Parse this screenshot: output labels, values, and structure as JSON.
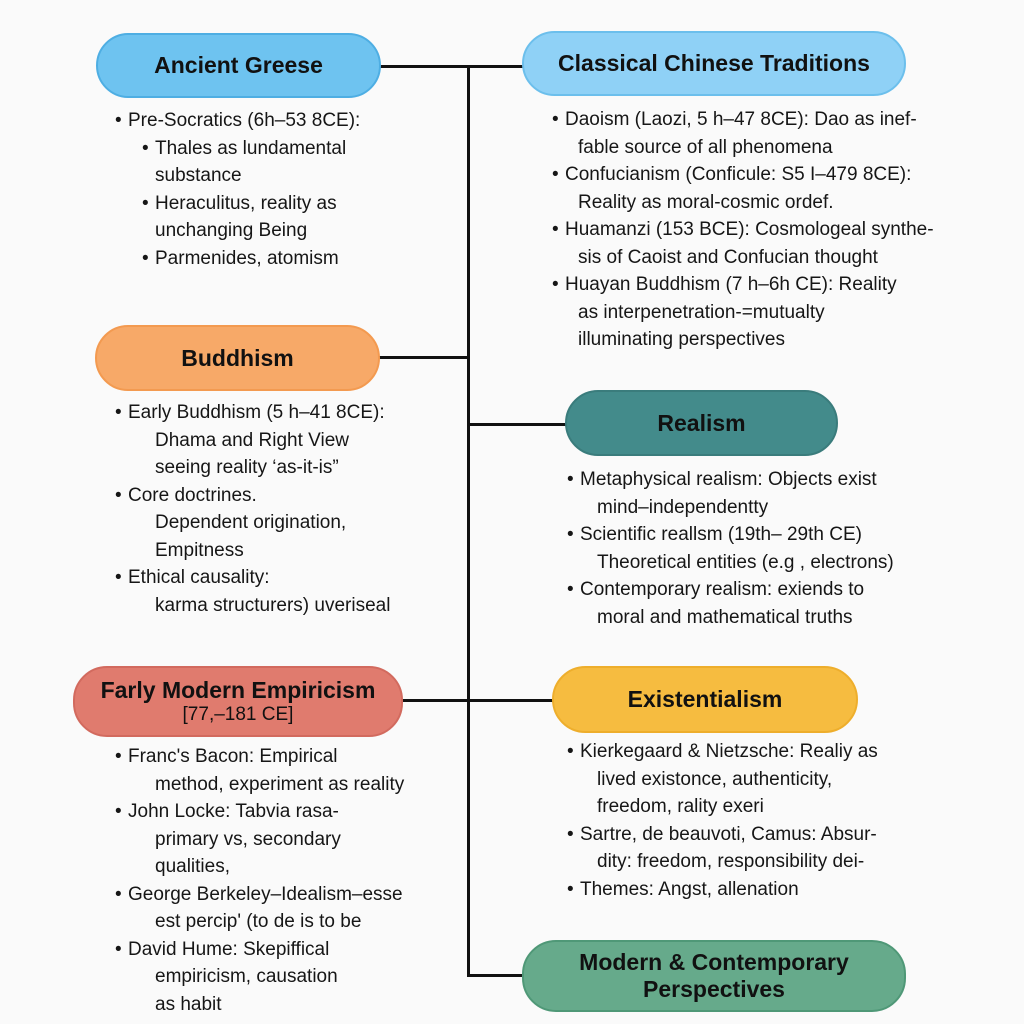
{
  "colors": {
    "ancient": "#6ec3f0",
    "chinese": "#8fd1f6",
    "buddhism": "#f7a968",
    "realism": "#438b8b",
    "empiricism": "#e07b6e",
    "existentialism": "#f6bc40",
    "modern": "#66aa8b"
  },
  "nodes": {
    "ancient_greece": {
      "title": "Ancient Greese"
    },
    "chinese": {
      "title": "Classical Chinese Traditions"
    },
    "buddhism": {
      "title": "Buddhism"
    },
    "realism": {
      "title": "Realism"
    },
    "empiricism": {
      "title": "Farly Modern Empiricism",
      "subtitle": "[77,–181 CE]"
    },
    "existentialism": {
      "title": "Existentialism"
    },
    "modern": {
      "title": "Modern & Contemporary",
      "title2": "Perspectives"
    }
  },
  "lists": {
    "ancient_greece": [
      {
        "level": 0,
        "lines": [
          "Pre-Socratics (6h–53 8CE):"
        ]
      },
      {
        "level": 1,
        "lines": [
          "Thales as lundamental",
          "substance"
        ]
      },
      {
        "level": 1,
        "lines": [
          "Heraculitus, reality as",
          "unchanging Being"
        ]
      },
      {
        "level": 1,
        "lines": [
          "Parmenides, atomism"
        ]
      }
    ],
    "chinese": [
      {
        "level": 0,
        "lines": [
          "Daoism (Laozi, 5 h–47 8CE): Dao as inef-",
          "fable source of all phenomena"
        ]
      },
      {
        "level": 0,
        "lines": [
          "Confucianism (Conficule: S5 I–479 8CE):",
          "Reality as moral-cosmic ordef."
        ]
      },
      {
        "level": 0,
        "lines": [
          "Huamanzi (153 BCE): Cosmologeal synthe-",
          "sis of Caoist and Confucian thought"
        ]
      },
      {
        "level": 0,
        "lines": [
          "Huayan Buddhism (7 h–6h CE): Reality",
          "as interpenetration-=mutualty",
          "illuminating perspectives"
        ]
      }
    ],
    "buddhism": [
      {
        "level": 0,
        "lines": [
          "Early Buddhism (5 h–41 8CE):",
          "Dhama and Right View",
          "seeing reality ‘as-it-is”"
        ]
      },
      {
        "level": 0,
        "lines": [
          "Core doctrines.",
          "Dependent origination,",
          "Empitness"
        ]
      },
      {
        "level": 0,
        "lines": [
          "Ethical causality:",
          "karma structurers) uveriseal"
        ]
      }
    ],
    "realism": [
      {
        "level": 0,
        "lines": [
          "Metaphysical realism: Objects exist",
          "mind–independentty"
        ]
      },
      {
        "level": 0,
        "lines": [
          "Scientific reallsm (19th– 29th CE)",
          "Theoretical entities (e.g , electrons)"
        ]
      },
      {
        "level": 0,
        "lines": [
          "Contemporary realism: exiends to",
          "moral and mathematical truths"
        ]
      }
    ],
    "empiricism": [
      {
        "level": 0,
        "lines": [
          "Franc's Bacon: Empirical",
          "method, experiment as reality"
        ]
      },
      {
        "level": 0,
        "lines": [
          "John Locke: Tabvia rasa-",
          "primary vs, secondary",
          "qualities,"
        ]
      },
      {
        "level": 0,
        "lines": [
          "George Berkeley–Idealism–esse",
          "est percip' (to de is to be"
        ]
      },
      {
        "level": 0,
        "lines": [
          "David Hume: Skepiffical",
          "empiricism, causation",
          "as habit"
        ]
      }
    ],
    "existentialism": [
      {
        "level": 0,
        "lines": [
          "Kierkegaard & Nietzsche: Realiy as",
          "lived existonce, authenticity,",
          "freedom,        rality exeri"
        ]
      },
      {
        "level": 0,
        "lines": [
          "Sartre, de beauvoti, Camus: Absur-",
          "dity: freedom, responsibility        dei-"
        ]
      },
      {
        "level": 0,
        "lines": [
          "Themes: Angst, allenation"
        ]
      }
    ]
  }
}
